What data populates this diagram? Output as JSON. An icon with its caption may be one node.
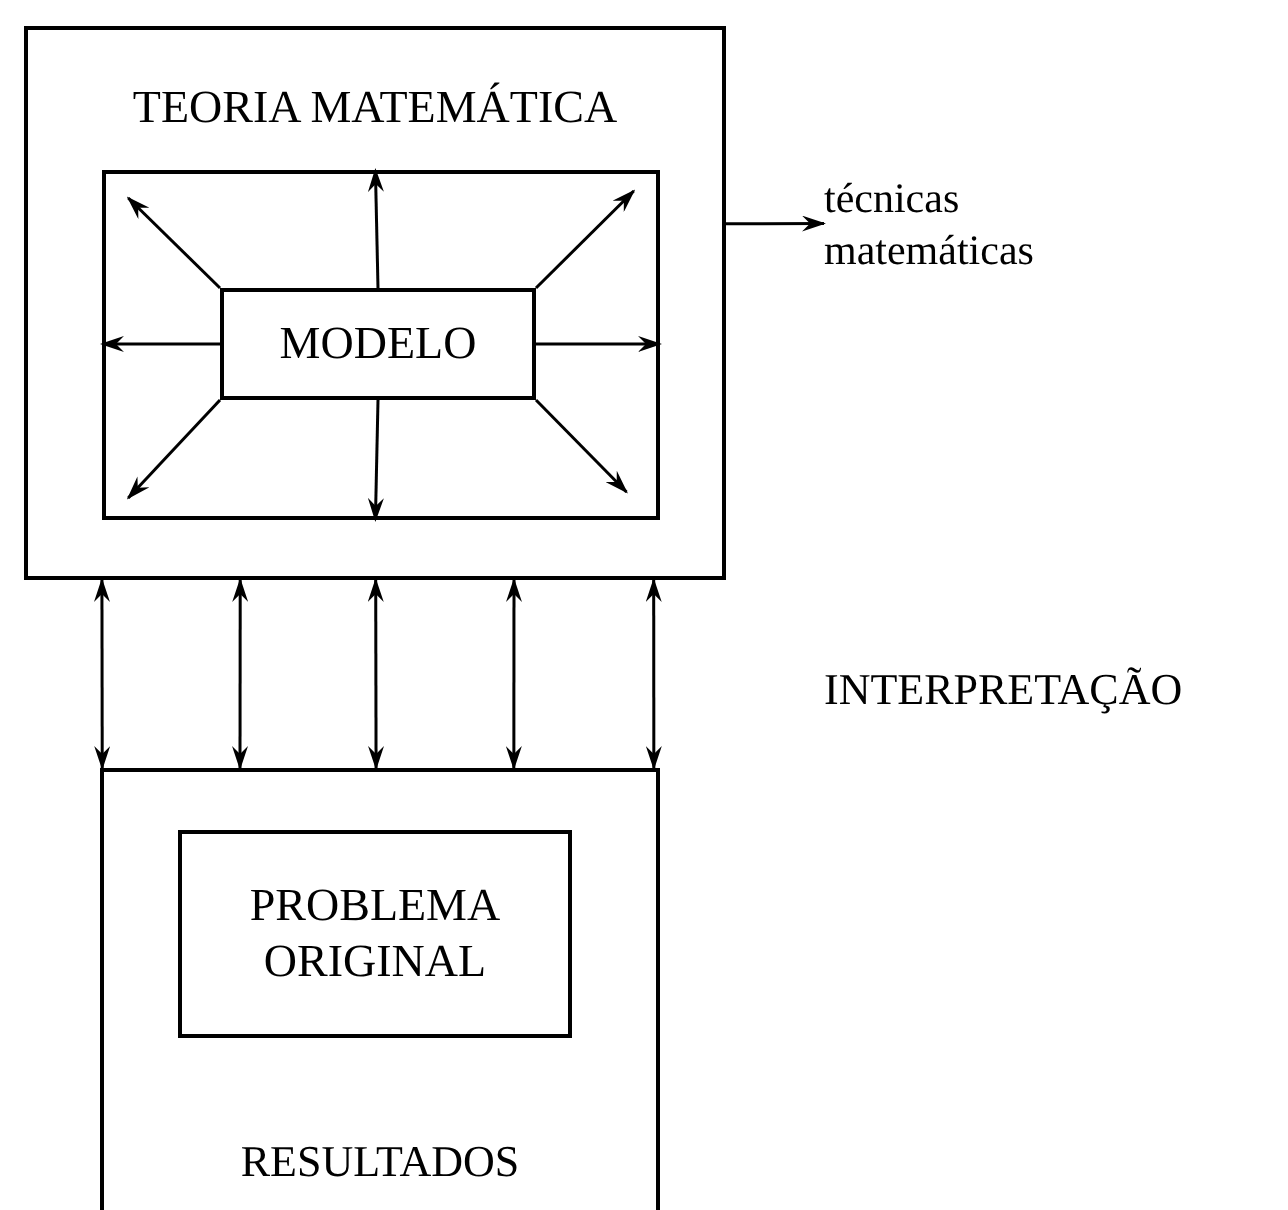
{
  "diagram": {
    "nodes": [
      {
        "text": [
          "TEORIA MATEMÁTICA"
        ]
      },
      {
        "text": [],
        "shape": "box",
        "in": 0
      },
      {
        "text": [
          "MODELO"
        ],
        "in": 1
      },
      {
        "text": [
          "técnicas matemáticas"
        ]
      },
      {
        "text": [
          "RESULTADOS"
        ]
      },
      {
        "text": [
          "PROBLEMA ORIGINAL"
        ],
        "in": 4
      }
    ],
    "edges": [
      {
        "from": 2,
        "to": 1,
        "arrow": "to"
      },
      {
        "from": 2,
        "to": 1,
        "arrow": "to"
      },
      {
        "from": 2,
        "to": 1,
        "arrow": "to"
      },
      {
        "from": 2,
        "to": 1,
        "arrow": "to"
      },
      {
        "from": 2,
        "to": 1,
        "arrow": "to"
      },
      {
        "from": 2,
        "to": 1,
        "arrow": "to"
      },
      {
        "from": 2,
        "to": 1,
        "arrow": "to"
      },
      {
        "from": 2,
        "to": 1,
        "arrow": "to"
      },
      {
        "from": 0,
        "to": 3,
        "arrow": "to"
      },
      {
        "from": 0,
        "to": 4,
        "arrow": "both"
      },
      {
        "from": 0,
        "to": 4,
        "arrow": "both"
      },
      {
        "from": 0,
        "to": 4,
        "arrow": "both"
      },
      {
        "from": 0,
        "to": 4,
        "arrow": "both"
      },
      {
        "from": 0,
        "to": 4,
        "arrow": "both"
      }
    ],
    "labels": [
      "INTERPRETAÇÃO"
    ]
  }
}
